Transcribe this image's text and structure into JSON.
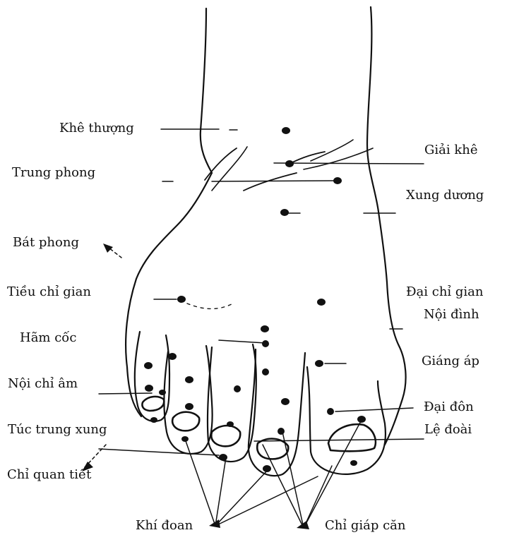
{
  "diagram": {
    "labels_left": {
      "khe_thuong": "Khê thượng",
      "trung_phong": "Trung phong",
      "bat_phong": "Bát phong",
      "tieu_chi_gian": "Tiều chỉ gian",
      "ham_coc": "Hãm cốc",
      "noi_chi_am": "Nội chỉ âm",
      "tuc_trung_xung": "Túc trung xung",
      "chi_quan_tiet": "Chỉ quan tiết"
    },
    "labels_right": {
      "giai_khe": "Giải khê",
      "xung_duong": "Xung dương",
      "dai_chi_gian": "Đại chỉ gian",
      "noi_dinh": "Nội đình",
      "giang_ap": "Giáng áp",
      "dai_don": "Đại đôn",
      "le_doai": "Lệ đoài"
    },
    "labels_bottom": {
      "khi_doan": "Khí đoan",
      "chi_giap_can": "Chỉ giáp căn"
    },
    "colors": {
      "ink": "#111111",
      "paper": "#ffffff"
    }
  }
}
